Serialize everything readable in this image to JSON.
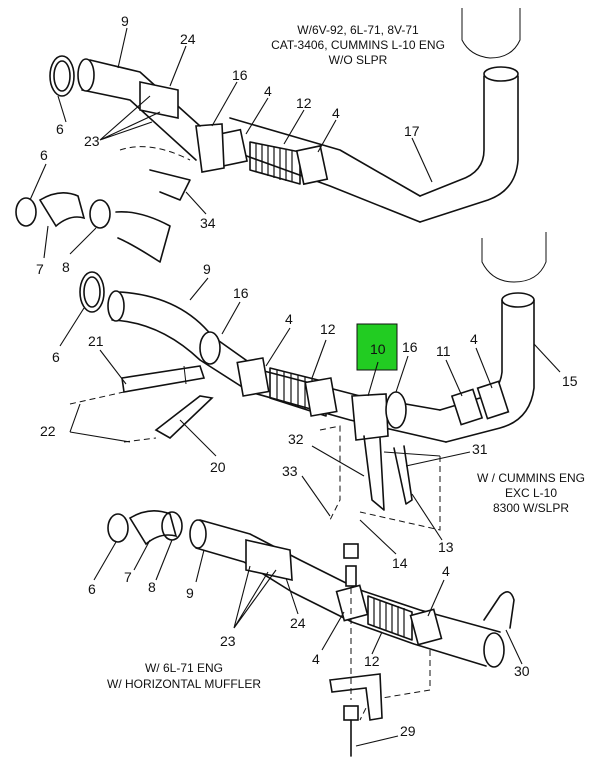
{
  "notes": {
    "top": [
      "W/6V-92, 6L-71, 8V-71",
      "CAT-3406, CUMMINS L-10 ENG",
      "W/O SLPR"
    ],
    "middle": [
      "W / CUMMINS ENG",
      "EXC L-10",
      "8300 W/SLPR"
    ],
    "bottom": [
      "W/ 6L-71 ENG",
      "W/ HORIZONTAL MUFFLER"
    ]
  },
  "callouts": {
    "top_9": "9",
    "top_24": "24",
    "top_16": "16",
    "top_4a": "4",
    "top_12": "12",
    "top_4b": "4",
    "top_17": "17",
    "top_6a": "6",
    "top_23": "23",
    "top_6b": "6",
    "top_7": "7",
    "top_8": "8",
    "top_34": "34",
    "mid_9": "9",
    "mid_16a": "16",
    "mid_4a": "4",
    "mid_12": "12",
    "mid_10": "10",
    "mid_16b": "16",
    "mid_11": "11",
    "mid_4b": "4",
    "mid_15": "15",
    "mid_6": "6",
    "mid_21": "21",
    "mid_22": "22",
    "mid_20": "20",
    "mid_32": "32",
    "mid_31": "31",
    "mid_33": "33",
    "mid_14": "14",
    "mid_13": "13",
    "bot_6": "6",
    "bot_7": "7",
    "bot_8": "8",
    "bot_9": "9",
    "bot_23": "23",
    "bot_24": "24",
    "bot_4a": "4",
    "bot_12": "12",
    "bot_4b": "4",
    "bot_30": "30",
    "bot_29": "29"
  },
  "highlight_color": "#22cc22"
}
